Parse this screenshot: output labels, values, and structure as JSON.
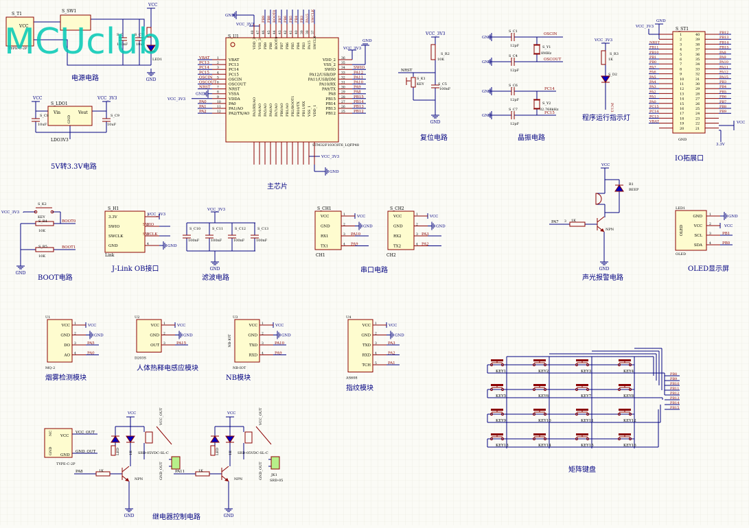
{
  "watermark": "MCUclub",
  "colors": {
    "background": "#fbfbf6",
    "grid": "#e6e6dc",
    "wire": "#000080",
    "component": "#8b0000",
    "part_fill": "#fefccf",
    "net_label": "#8b0000",
    "power_label": "#000080",
    "title_text": "#000080",
    "watermark": "#00c8b4",
    "relay_fill": "#b7f08a",
    "led_fill": "#0000c0"
  },
  "sections": {
    "power": "电源电路",
    "ldo": "5V转3.3V电路",
    "mcu": "主芯片",
    "reset": "复位电路",
    "crystal": "晶振电路",
    "led": "程序运行指示灯",
    "io": "IO拓展口",
    "boot": "BOOT电路",
    "jlink": "J-Link OB接口",
    "filter": "滤波电路",
    "uart": "串口电路",
    "buzzer": "声光报警电路",
    "oled": "OLED显示屏",
    "smoke": "烟雾检测模块",
    "pir": "人体热释电感应模块",
    "nb": "NB模块",
    "fp": "指纹模块",
    "typec": "",
    "relay": "继电器控制电路",
    "keypad": "矩阵键盘"
  },
  "power": {
    "s_t1": "S_T1",
    "vcc": "VCC",
    "typ": "TYPE-C-2P",
    "sw1": "S_SW1",
    "c": "S_C",
    "c_val": "100nF",
    "c7": "S_C7",
    "c7_val": "10uF",
    "l1": "LED1"
  },
  "ldo": {
    "ref": "S_LDO1",
    "vin": "Vin",
    "vout": "Vout",
    "gnd": "GND",
    "part": "LDO3V3",
    "c8": "S_C8",
    "c8_val": "10uF",
    "c9": "S_C9",
    "c9_val": "10uF"
  },
  "mcu": {
    "ref": "S_U1",
    "part": "STM32F103C8T6_LQFP48",
    "left_pins": [
      "VBAT",
      "PC13",
      "PC14",
      "PC15",
      "OSCIN",
      "OSCOUT",
      "NRST",
      "VSSA",
      "VDDA",
      "PA0",
      "PA1/AO",
      "PA2/TX/AO"
    ],
    "left_nets": [
      "VBAT",
      "PC13",
      "PC14",
      "PC15",
      "OSCIN",
      "OSCOUT",
      "NRST",
      "GND",
      "VCC_3V3",
      "PA0",
      "PA1",
      "PA2"
    ],
    "left_nums": [
      "1",
      "2",
      "3",
      "4",
      "5",
      "6",
      "7",
      "8",
      "9",
      "10",
      "11",
      "12"
    ],
    "right_pins": [
      "VDD_2",
      "VSS_2",
      "SWIO",
      "PA12/USB/DP",
      "PA11/USB/DM",
      "PA10/RX",
      "PA9/TX",
      "PA8",
      "PB15",
      "PB14",
      "PB13",
      "PB12"
    ],
    "right_nets": [
      "VCC_3V3",
      "GND",
      "SWIO",
      "PA12",
      "PA11",
      "PA10",
      "PA9",
      "PA8",
      "PB15",
      "PB14",
      "PB13",
      "PB12"
    ],
    "right_nums": [
      "36",
      "35",
      "34",
      "33",
      "32",
      "31",
      "30",
      "29",
      "28",
      "27",
      "26",
      "25"
    ],
    "top_pins": [
      "VDD_3",
      "VSS_3",
      "PB9",
      "PB8",
      "BOOT0",
      "PB7",
      "PB6",
      "PB5",
      "PB4",
      "PB3",
      "PA15",
      "SWCLK"
    ],
    "top_nums": [
      "48",
      "47",
      "46",
      "45",
      "44",
      "43",
      "42",
      "41",
      "40",
      "39",
      "38",
      "37"
    ],
    "bottom_pins": [
      "PA3/RX/AO",
      "PA4/AO",
      "PA5/AO",
      "PA6/AO",
      "PA7/AO",
      "PB0/AO",
      "PB1/AO",
      "PB2/BOOT1",
      "PB10/TX",
      "PB11/RX",
      "VSS_1",
      "VDD_1"
    ],
    "top_labels": {
      "gnd": "GND",
      "vcc": "VCC_3V3"
    }
  },
  "reset": {
    "vcc": "VCC_3V3",
    "r2": "S_R2",
    "r2_val": "10K",
    "k1": "S_K1",
    "key": "KEY",
    "c5": "S_C5",
    "c5_val": "100nF",
    "nrst": "NRST"
  },
  "crystal": {
    "c1": "S_C1",
    "c1_val": "12pF",
    "c4": "S_C4",
    "c4_val": "12pF",
    "c6": "S_C6",
    "c6_val": "12pF",
    "c7": "S_C7",
    "c7_val": "12pF",
    "y1": "S_Y1",
    "y1_val": "8MHz",
    "y2": "S_Y2",
    "y2_val": "32.768kHz",
    "oscin": "OSCIN",
    "oscout": "OSCOUT",
    "pc14": "PC14",
    "pc15": "PC15",
    "gnd": "GND"
  },
  "led": {
    "vcc": "VCC_3V3",
    "r3": "S_R3",
    "r3_val": "1K",
    "d2": "S_D2",
    "net": "PC13"
  },
  "io": {
    "ref": "S_ST1",
    "gnd": "GND",
    "vcc3": "VCC_3V3",
    "vcc": "VCC",
    "v33": "3.3V",
    "left_nets": [
      "",
      "",
      "NRST",
      "PB11",
      "PB10",
      "PB1",
      "PB0",
      "PA7",
      "PA6",
      "PA5",
      "PA4",
      "PA3",
      "PA2",
      "PA1",
      "PA0",
      "PC15",
      "PC14",
      "PC13",
      "VBAT",
      ""
    ],
    "left_nums": [
      "1",
      "2",
      "3",
      "4",
      "5",
      "6",
      "7",
      "8",
      "9",
      "10",
      "11",
      "12",
      "13",
      "14",
      "15",
      "16",
      "17",
      "18",
      "19",
      "20"
    ],
    "right_nums": [
      "40",
      "39",
      "38",
      "37",
      "36",
      "35",
      "34",
      "33",
      "32",
      "31",
      "30",
      "29",
      "28",
      "27",
      "26",
      "25",
      "24",
      "23",
      "22",
      "21"
    ],
    "right_nets": [
      "PB12",
      "PB13",
      "PB14",
      "PB15",
      "PA8",
      "PA9",
      "PA10",
      "PA11",
      "PA12",
      "PA15",
      "PB3",
      "PB4",
      "PB5",
      "PB6",
      "PB7",
      "PB8",
      "PB9",
      "",
      "",
      ""
    ]
  },
  "boot": {
    "vcc": "VCC_3V3",
    "k2": "S_K2",
    "key": "KEY",
    "r4": "S_R4",
    "r4_val": "10K",
    "r5": "S_R5",
    "r5_val": "10K",
    "boot0": "BOOT0",
    "boot1": "BOOT1",
    "gnd": "GND"
  },
  "jlink": {
    "ref": "S_H1",
    "pins": [
      "3.3V",
      "SWIO",
      "SWCLK",
      "GND"
    ],
    "nets": [
      "VCC_3V3",
      "SWIO",
      "SWCLK",
      "GND"
    ],
    "nums": [
      "1",
      "2",
      "3",
      "4"
    ],
    "name": "Link"
  },
  "filter": {
    "vcc": "VCC_3V3",
    "caps": [
      "S_C10",
      "S_C11",
      "S_C12",
      "S_C13"
    ],
    "val": "100nF",
    "gnd": "GND"
  },
  "uart": {
    "ch1": "S_CH1",
    "ch1_pins": [
      "VCC",
      "GND",
      "RX1",
      "TX1"
    ],
    "ch1_nets": [
      "VCC",
      "GND",
      "PA10",
      "PA9"
    ],
    "ch1_name": "CH1",
    "ch2": "S_CH2",
    "ch2_pins": [
      "VCC",
      "GND",
      "RX2",
      "TX2"
    ],
    "ch2_nets": [
      "VCC",
      "GND",
      "PA3",
      "PA2"
    ],
    "ch2_name": "CH2",
    "nums": [
      "1",
      "2",
      "3",
      "4"
    ]
  },
  "buzzer": {
    "vcc": "VCC",
    "b1": "B1",
    "beep": "BEEP",
    "pa7": "PA7",
    "r_val": "1K",
    "num": "3",
    "npn": "NPN",
    "gnd": "GND"
  },
  "oled": {
    "ref": "LED1",
    "name": "OLED",
    "side": "OLED",
    "pins": [
      "GND",
      "VCC",
      "SCL",
      "SDA"
    ],
    "nets": [
      "GND",
      "VCC",
      "PB1",
      "PB0"
    ],
    "nums": [
      "1",
      "2",
      "3",
      "4"
    ]
  },
  "smoke": {
    "ref": "U1",
    "pins": [
      "VCC",
      "GND",
      "DO",
      "AO"
    ],
    "nets": [
      "VCC",
      "GND",
      "PA5",
      "PA0"
    ],
    "nums": [
      "1",
      "2",
      "3",
      "4"
    ],
    "name": "MQ-2"
  },
  "pir": {
    "ref": "U2",
    "pins": [
      "VCC",
      "GND",
      "OUT"
    ],
    "nets": [
      "VCC",
      "GND",
      "PA15"
    ],
    "nums": [
      "1",
      "2",
      "3"
    ],
    "name": "D203S"
  },
  "nb": {
    "ref": "U3",
    "side": "NB-IOT",
    "pins": [
      "VCC",
      "GND",
      "TXD",
      "RXD"
    ],
    "nets": [
      "VCC",
      "GND",
      "PA10",
      "PA9"
    ],
    "nums": [
      "1",
      "2",
      "3",
      "4"
    ],
    "name": "NB-IOT"
  },
  "fp": {
    "ref": "U4",
    "pins": [
      "VCC",
      "GND",
      "TXD",
      "RXD",
      "TCH"
    ],
    "nets": [
      "VCC",
      "GND",
      "PA3",
      "PA2",
      "PA1"
    ],
    "nums": [
      "1",
      "2",
      "3",
      "4",
      "5"
    ],
    "name": "AS608"
  },
  "typec": {
    "nc": "NC",
    "gnd": "GND",
    "vcc_out": "VCC_OUT",
    "gnd_out": "GND_OUT",
    "vcc": "VCC",
    "name": "TYPE-C-2P"
  },
  "relay": {
    "vcc": "VCC",
    "vcc_out": "VCC_OUT",
    "gnd_out": "GND_OUT",
    "srd": "SRD-05VDC-SL-C",
    "pa8": "PA8",
    "pa11": "PA11",
    "jk1": "JK1",
    "srd05": "SRD-05",
    "r_val": "1K",
    "npn": "NPN",
    "gnd": "GND",
    "led": "LED"
  },
  "keypad": {
    "keys": [
      "KEY1",
      "KEY2",
      "KEY3",
      "KEY4",
      "KEY5",
      "KEY6",
      "KEY7",
      "KEY8",
      "KEY9",
      "KEY10",
      "KEY11",
      "KEY12",
      "KEY13",
      "KEY14",
      "KEY15",
      "KEY16"
    ],
    "nets": [
      "PB8",
      "PB9",
      "PB10",
      "PB11",
      "PB12",
      "PB13",
      "PB14",
      "PB15"
    ]
  }
}
